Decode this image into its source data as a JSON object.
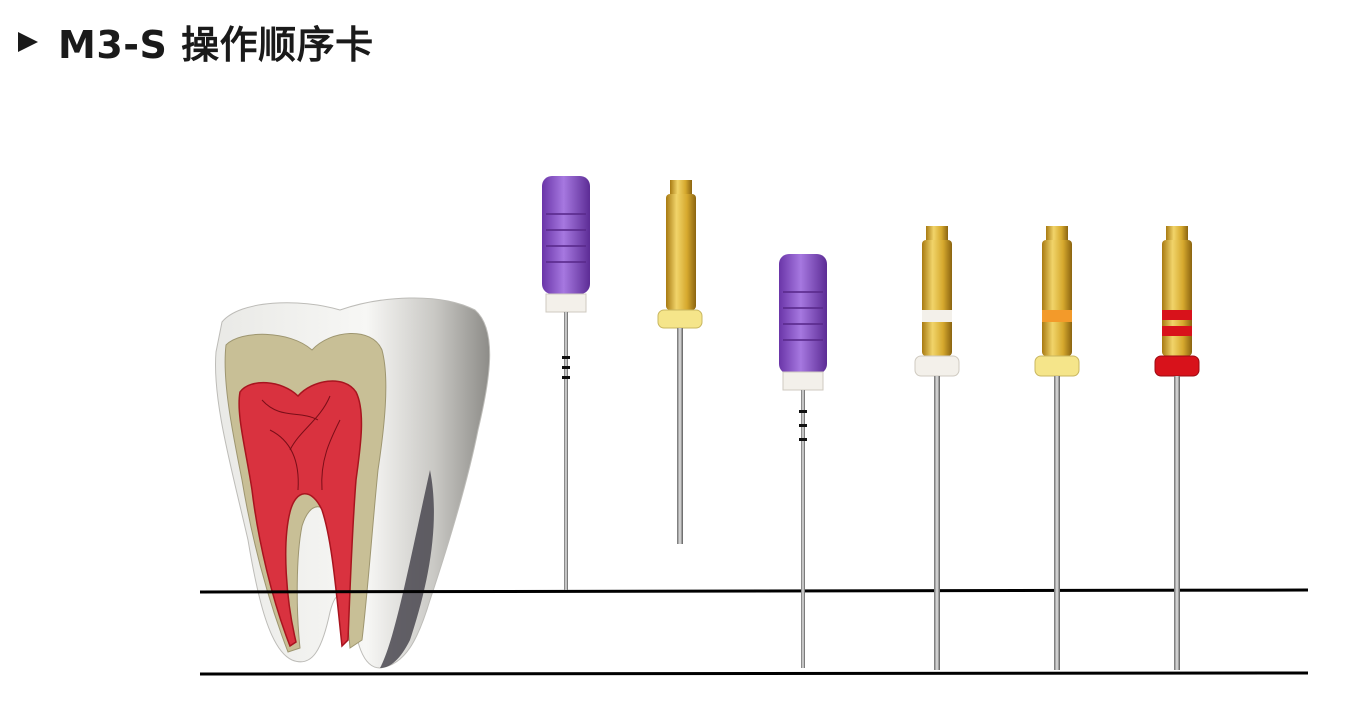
{
  "slide": {
    "title": "M3-S 操作顺序卡"
  },
  "colors": {
    "purple_handle": "#8b55c8",
    "gold_shank": "#d9b23a",
    "yellow_ring": "#f5e58a",
    "white_ring": "#f3f0ea",
    "orange_band": "#f39a2a",
    "red_band": "#d8121b",
    "pulp_red": "#d9323f",
    "dentin": "#c8bf96"
  },
  "instruments": [
    {
      "type": "hand-file-purple",
      "stop": "white"
    },
    {
      "type": "rotary-file",
      "ring": "yellow"
    },
    {
      "type": "hand-file-purple",
      "stop": "white"
    },
    {
      "type": "rotary-file",
      "ring": "white",
      "band": "white"
    },
    {
      "type": "rotary-file",
      "ring": "yellow",
      "band": "orange"
    },
    {
      "type": "rotary-file",
      "ring": "red",
      "band": "red"
    }
  ]
}
